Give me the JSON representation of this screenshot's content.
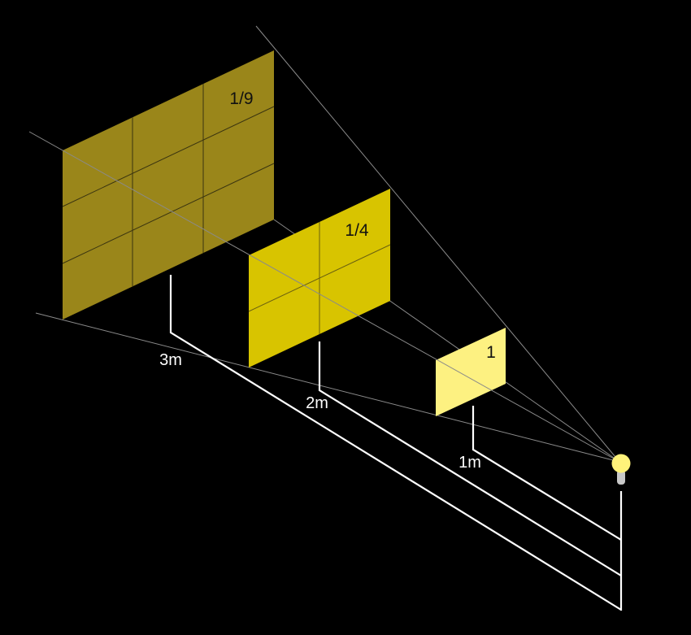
{
  "panels": [
    {
      "label": "1/9",
      "color": "#9a861a"
    },
    {
      "label": "1/4",
      "color": "#d8c400"
    },
    {
      "label": "1",
      "color": "#fdf181"
    }
  ],
  "distances": [
    "3m",
    "2m",
    "1m"
  ],
  "colors": {
    "background": "#000000",
    "rays": "#8a8a8a",
    "dimension_lines": "#ffffff",
    "bulb": "#fff27a",
    "bulb_base": "#c8c8c8"
  }
}
